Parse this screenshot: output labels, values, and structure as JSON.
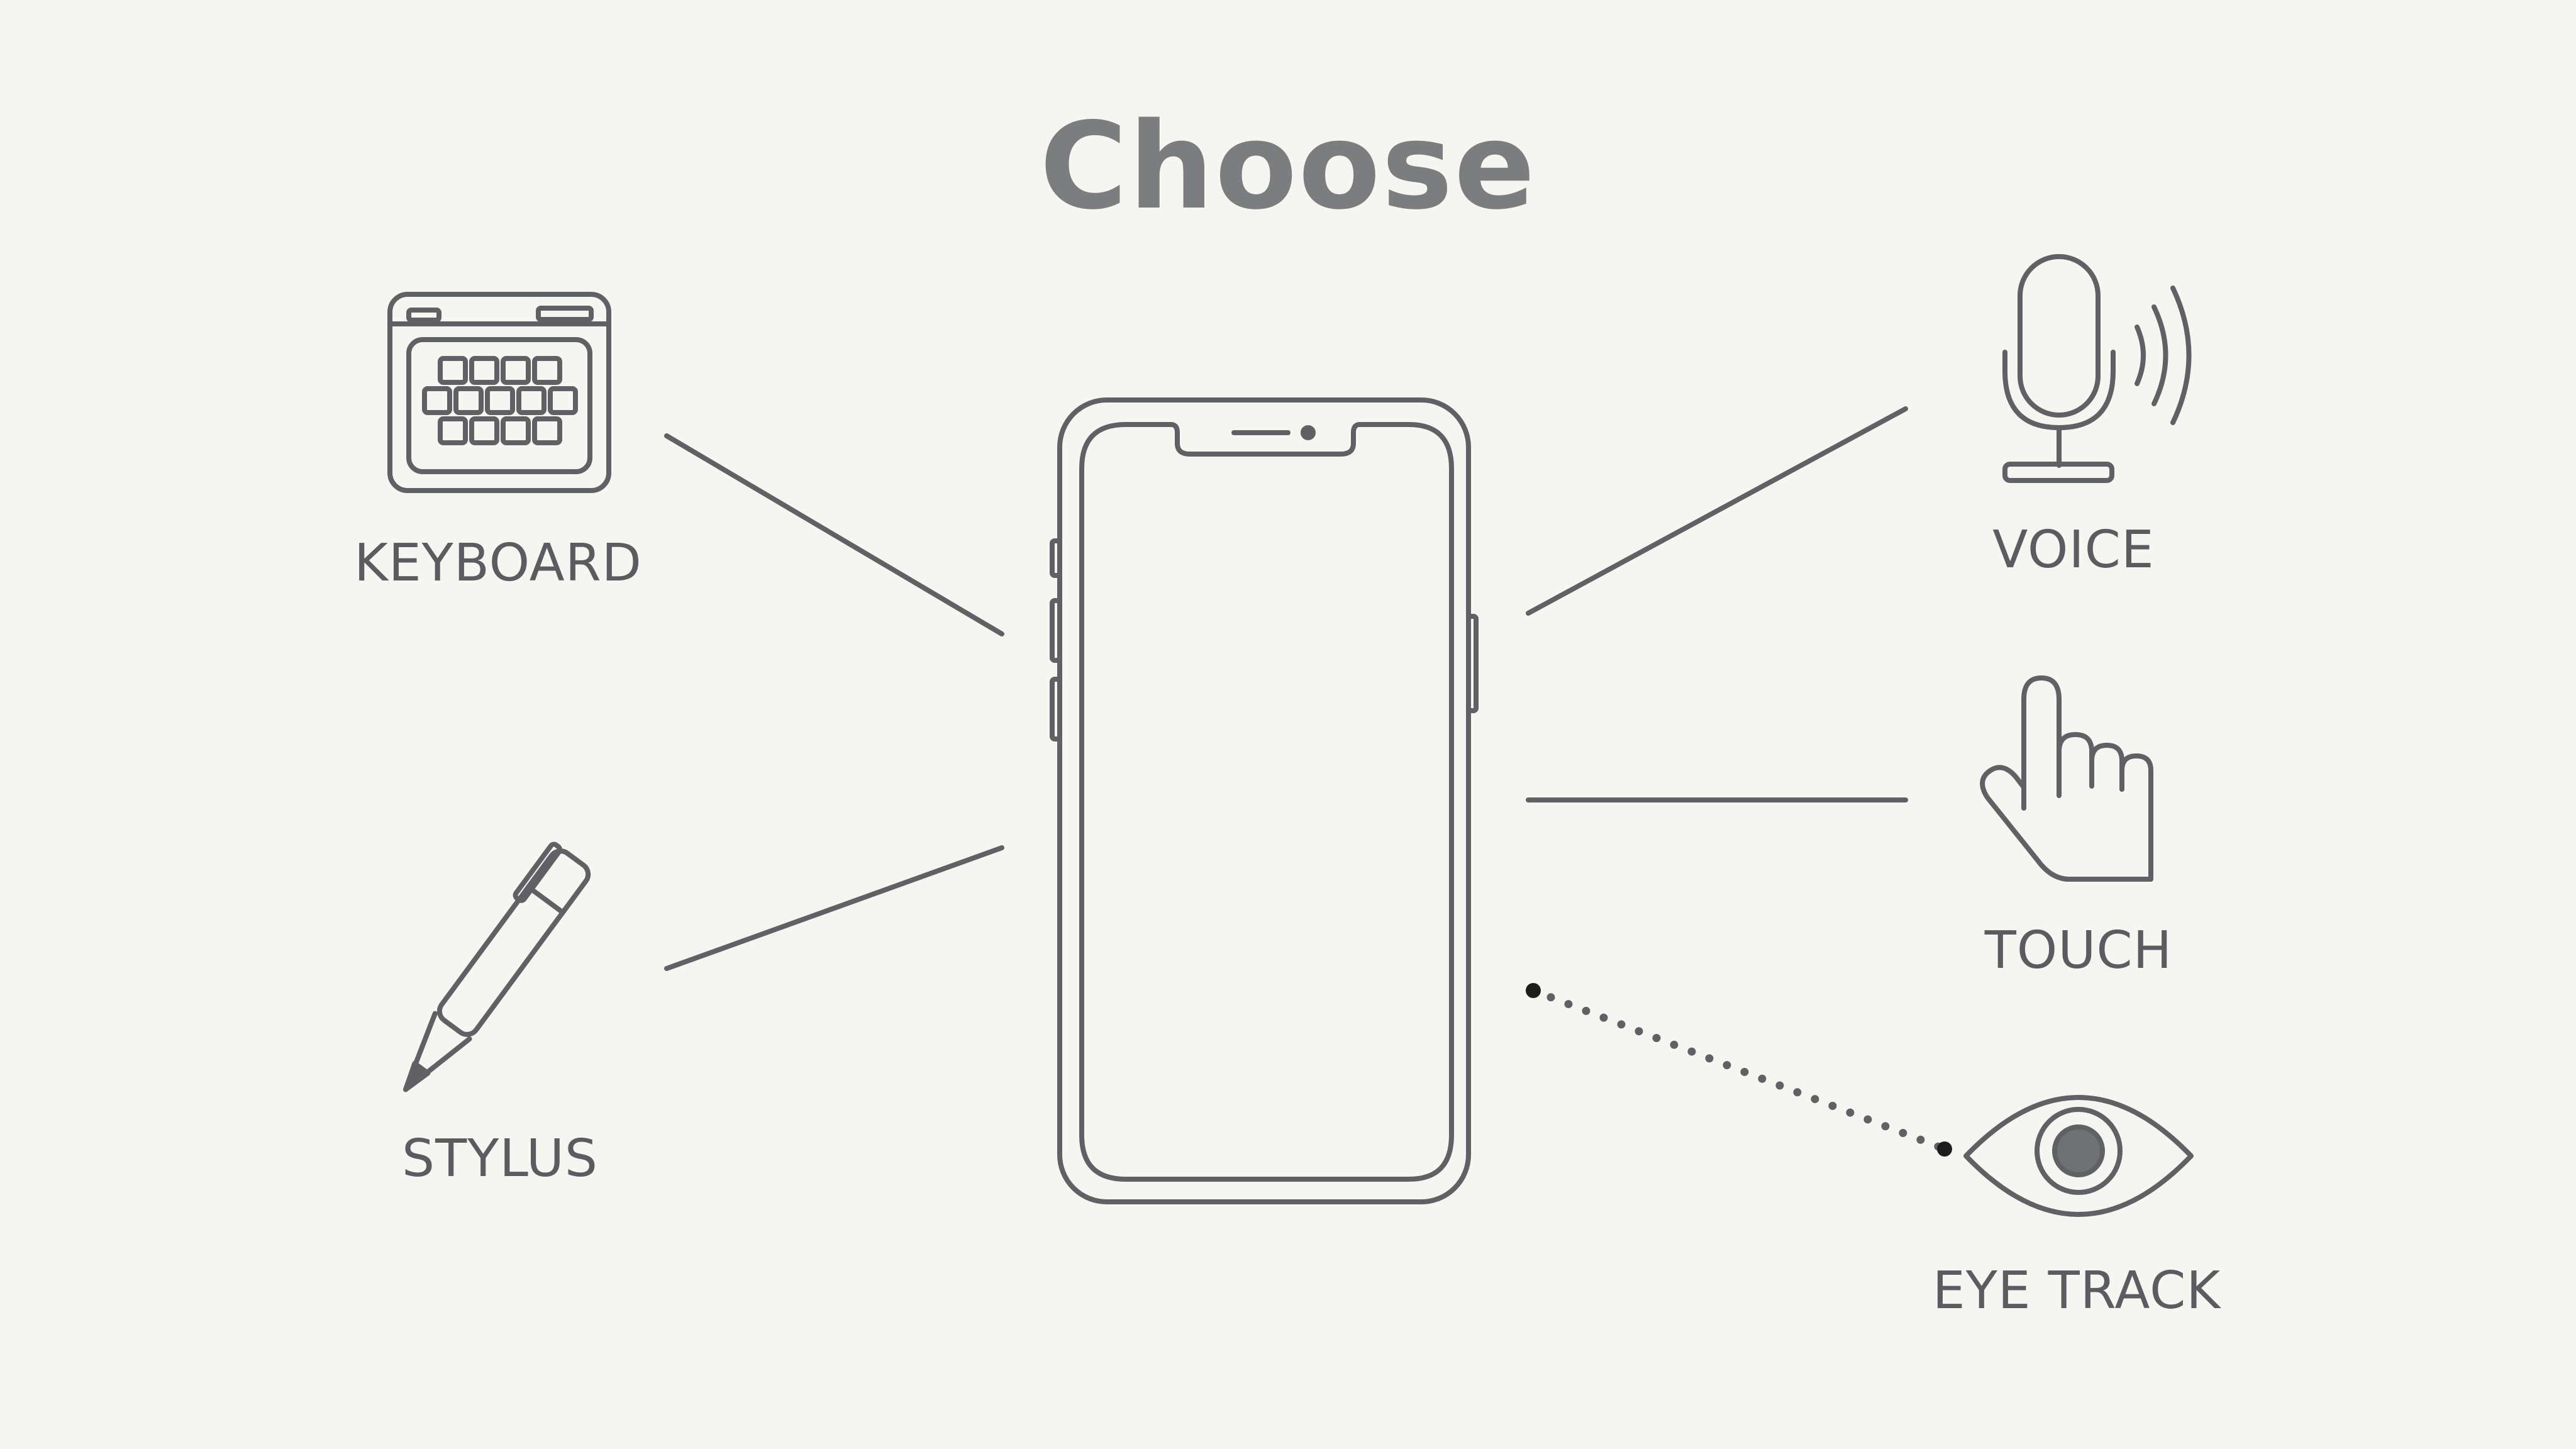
{
  "title": "Choose",
  "center_device": "smartphone",
  "options": [
    {
      "id": "keyboard",
      "label": "KEYBOARD",
      "icon": "keyboard-icon",
      "connector": "solid"
    },
    {
      "id": "stylus",
      "label": "STYLUS",
      "icon": "stylus-pen-icon",
      "connector": "solid"
    },
    {
      "id": "voice",
      "label": "VOICE",
      "icon": "microphone-icon",
      "connector": "solid"
    },
    {
      "id": "touch",
      "label": "TOUCH",
      "icon": "pointing-hand-icon",
      "connector": "solid"
    },
    {
      "id": "eye_track",
      "label": "EYE TRACK",
      "icon": "eye-icon",
      "connector": "dotted"
    }
  ],
  "colors": {
    "background": "#f5f5f2",
    "stroke": "#5f6164",
    "title": "#7b7d7f"
  }
}
